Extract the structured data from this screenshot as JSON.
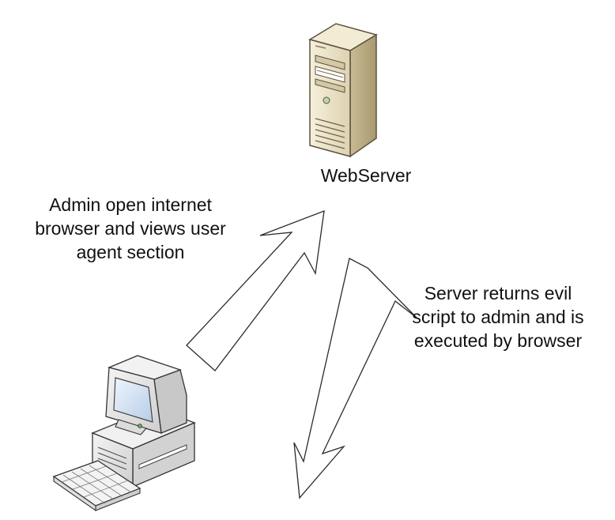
{
  "diagram": {
    "nodes": {
      "server": {
        "label": "WebServer",
        "icon": "server-tower-icon"
      },
      "client": {
        "icon": "desktop-computer-icon"
      }
    },
    "edges": {
      "request": {
        "from": "client",
        "to": "server",
        "lines": [
          "Admin open internet",
          "browser and views user",
          "agent section"
        ]
      },
      "response": {
        "from": "server",
        "to": "client",
        "lines": [
          "Server returns evil",
          "script to admin and is",
          "executed by browser"
        ]
      }
    }
  },
  "colors": {
    "server_body": "#ece3c6",
    "server_shade": "#b9ab85",
    "computer_body": "#e6e6e6",
    "screen": "#dbe9f8",
    "line": "#222222",
    "arrow_fill": "#ffffff"
  }
}
